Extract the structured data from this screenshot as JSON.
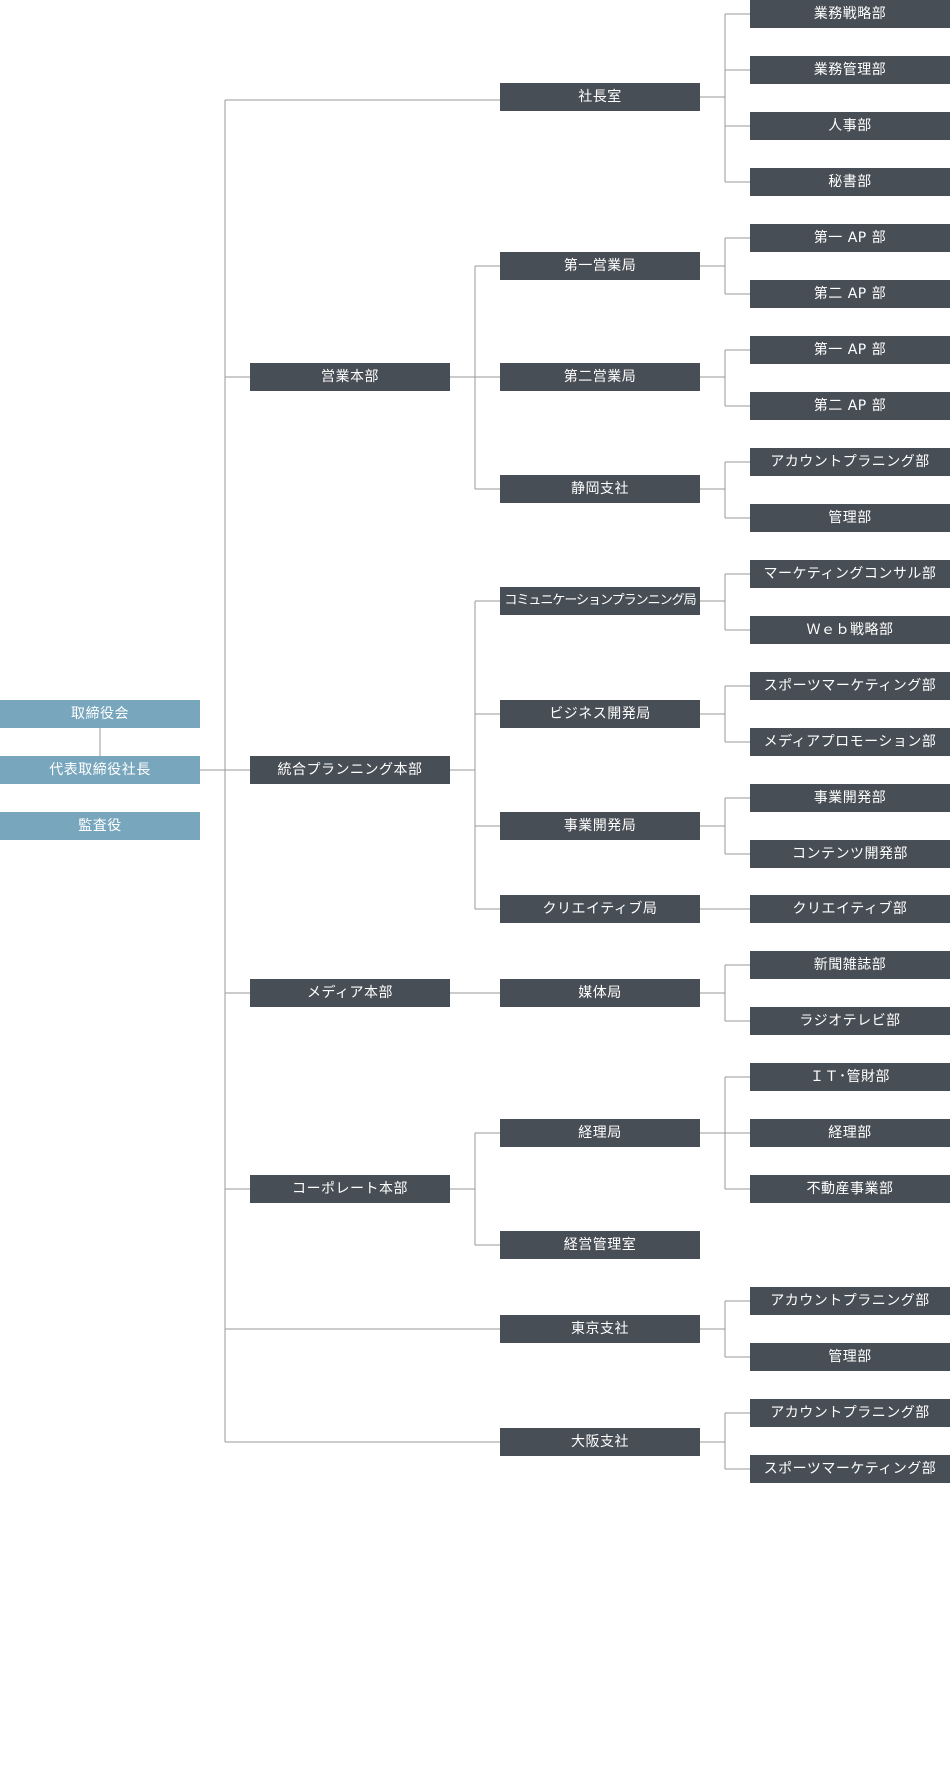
{
  "executive": {
    "board": "取締役会",
    "president": "代表取締役社長",
    "auditor": "監査役"
  },
  "nodes": {
    "syacho_shitsu": "社長室",
    "gyomu_senryaku": "業務戦略部",
    "gyomu_kanri": "業務管理部",
    "jinji": "人事部",
    "hisho": "秘書部",
    "eigyo_honbu": "営業本部",
    "daiichi_eigyo": "第一営業局",
    "d1_ap1": "第一 AP 部",
    "d1_ap2": "第二 AP 部",
    "daini_eigyo": "第二営業局",
    "d2_ap1": "第一 AP 部",
    "d2_ap2": "第二 AP 部",
    "shizuoka": "静岡支社",
    "shizuoka_ap": "アカウントプラニング部",
    "shizuoka_kanri": "管理部",
    "togo_honbu": "統合プランニング本部",
    "comm_kyoku": "コミュニケーションプランニング局",
    "marketing_consul": "マーケティングコンサル部",
    "web_senryaku": "Ｗｅｂ戦略部",
    "biz_kaihatsu": "ビジネス開発局",
    "sports_mkt": "スポーツマーケティング部",
    "media_promo": "メディアプロモーション部",
    "jigyo_kaihatsu_kyoku": "事業開発局",
    "jigyo_kaihatsu": "事業開発部",
    "contents_kaihatsu": "コンテンツ開発部",
    "creative_kyoku": "クリエイティブ局",
    "creative": "クリエイティブ部",
    "media_honbu": "メディア本部",
    "baitai": "媒体局",
    "shinbun_zasshi": "新聞雑誌部",
    "radio_tv": "ラジオテレビ部",
    "corporate_honbu": "コーポレート本部",
    "keiri_kyoku": "経理局",
    "it_kanzai": "ＩＴ･管財部",
    "keiri": "経理部",
    "fudosan": "不動産事業部",
    "keiei_kanri": "経営管理室",
    "tokyo": "東京支社",
    "tokyo_ap": "アカウントプラニング部",
    "tokyo_kanri": "管理部",
    "osaka": "大阪支社",
    "osaka_ap": "アカウントプラニング部",
    "osaka_sports": "スポーツマーケティング部"
  },
  "colors": {
    "executive_box": "#78a6bd",
    "unit_box": "#484e55",
    "connector": "#9a9a9a",
    "text": "#ffffff"
  }
}
